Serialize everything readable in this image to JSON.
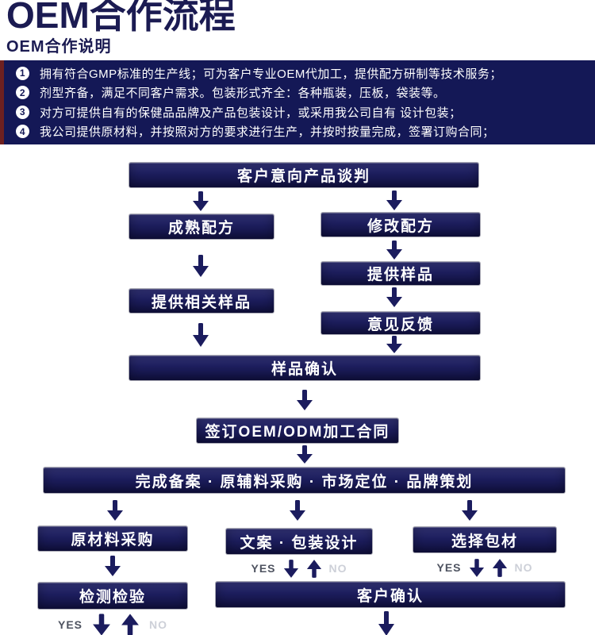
{
  "header": {
    "title": "OEM合作流程",
    "subtitle": "OEM合作说明"
  },
  "notes": {
    "items": [
      {
        "num": "1",
        "text": "拥有符合GMP标准的生产线；可为客户专业OEM代加工，提供配方研制等技术服务；"
      },
      {
        "num": "2",
        "text": "剂型齐备，满足不同客户需求。包装形式齐全：各种瓶装，压板，袋装等。"
      },
      {
        "num": "3",
        "text": "对方可提供自有的保健品品牌及产品包装设计，或采用我公司自有 设计包装；"
      },
      {
        "num": "4",
        "text": "我公司提供原材料，并按照对方的要求进行生产，并按时按量完成，签署订购合同；"
      }
    ]
  },
  "flow": {
    "boxes": {
      "negotiation": "客户意向产品谈判",
      "mature_formula": "成熟配方",
      "modify_formula": "修改配方",
      "provide_sample": "提供样品",
      "provide_related_samples": "提供相关样品",
      "feedback": "意见反馈",
      "sample_confirm": "样品确认",
      "sign_contract": "签订OEM/ODM加工合同",
      "filing": "完成备案 · 原辅料采购 · 市场定位 · 品牌策划",
      "raw_material": "原材料采购",
      "copy_package_design": "文案 · 包装设计",
      "choose_material": "选择包材",
      "inspection": "检测检验",
      "customer_confirm": "客户确认"
    },
    "labels": {
      "yes": "YES",
      "no": "NO"
    }
  },
  "colors": {
    "box_navy": "#1d1e5e",
    "banner_navy": "#141856",
    "left_stripe_red": "#6e2020",
    "title_navy": "#1b1b52",
    "arrow_navy": "#1b1c5e",
    "yes_gray": "#4e5360",
    "no_gray": "#cdd0d8"
  }
}
